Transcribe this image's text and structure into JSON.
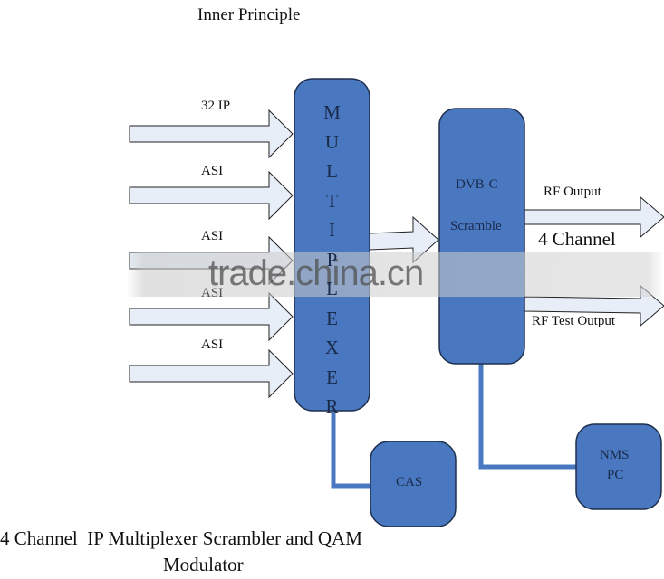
{
  "title": "Inner Principle",
  "inputs": [
    {
      "label": "32 IP"
    },
    {
      "label": "ASI"
    },
    {
      "label": "ASI"
    },
    {
      "label": "ASI"
    },
    {
      "label": "ASI"
    }
  ],
  "multiplexer": {
    "letters": [
      "M",
      "U",
      "L",
      "T",
      "I",
      "P",
      "L",
      "E",
      "X",
      "E",
      "R"
    ]
  },
  "scrambler": {
    "line1": "DVB-C",
    "line2": "Scramble"
  },
  "outputs": {
    "rf_output": "RF Output",
    "channel_note": "4 Channel",
    "rf_test_output": "RF Test Output"
  },
  "cas": {
    "label": "CAS"
  },
  "nms": {
    "line1": "NMS",
    "line2": "PC"
  },
  "caption": {
    "line1": "4 Channel  IP Multiplexer Scrambler and QAM",
    "line2": "Modulator"
  },
  "watermark": "trade.china.cn",
  "colors": {
    "box_fill": "#4a78c0",
    "box_stroke": "#1e2f4f",
    "arrow_fill": "#e8eef8",
    "connector": "#4a78c0"
  }
}
